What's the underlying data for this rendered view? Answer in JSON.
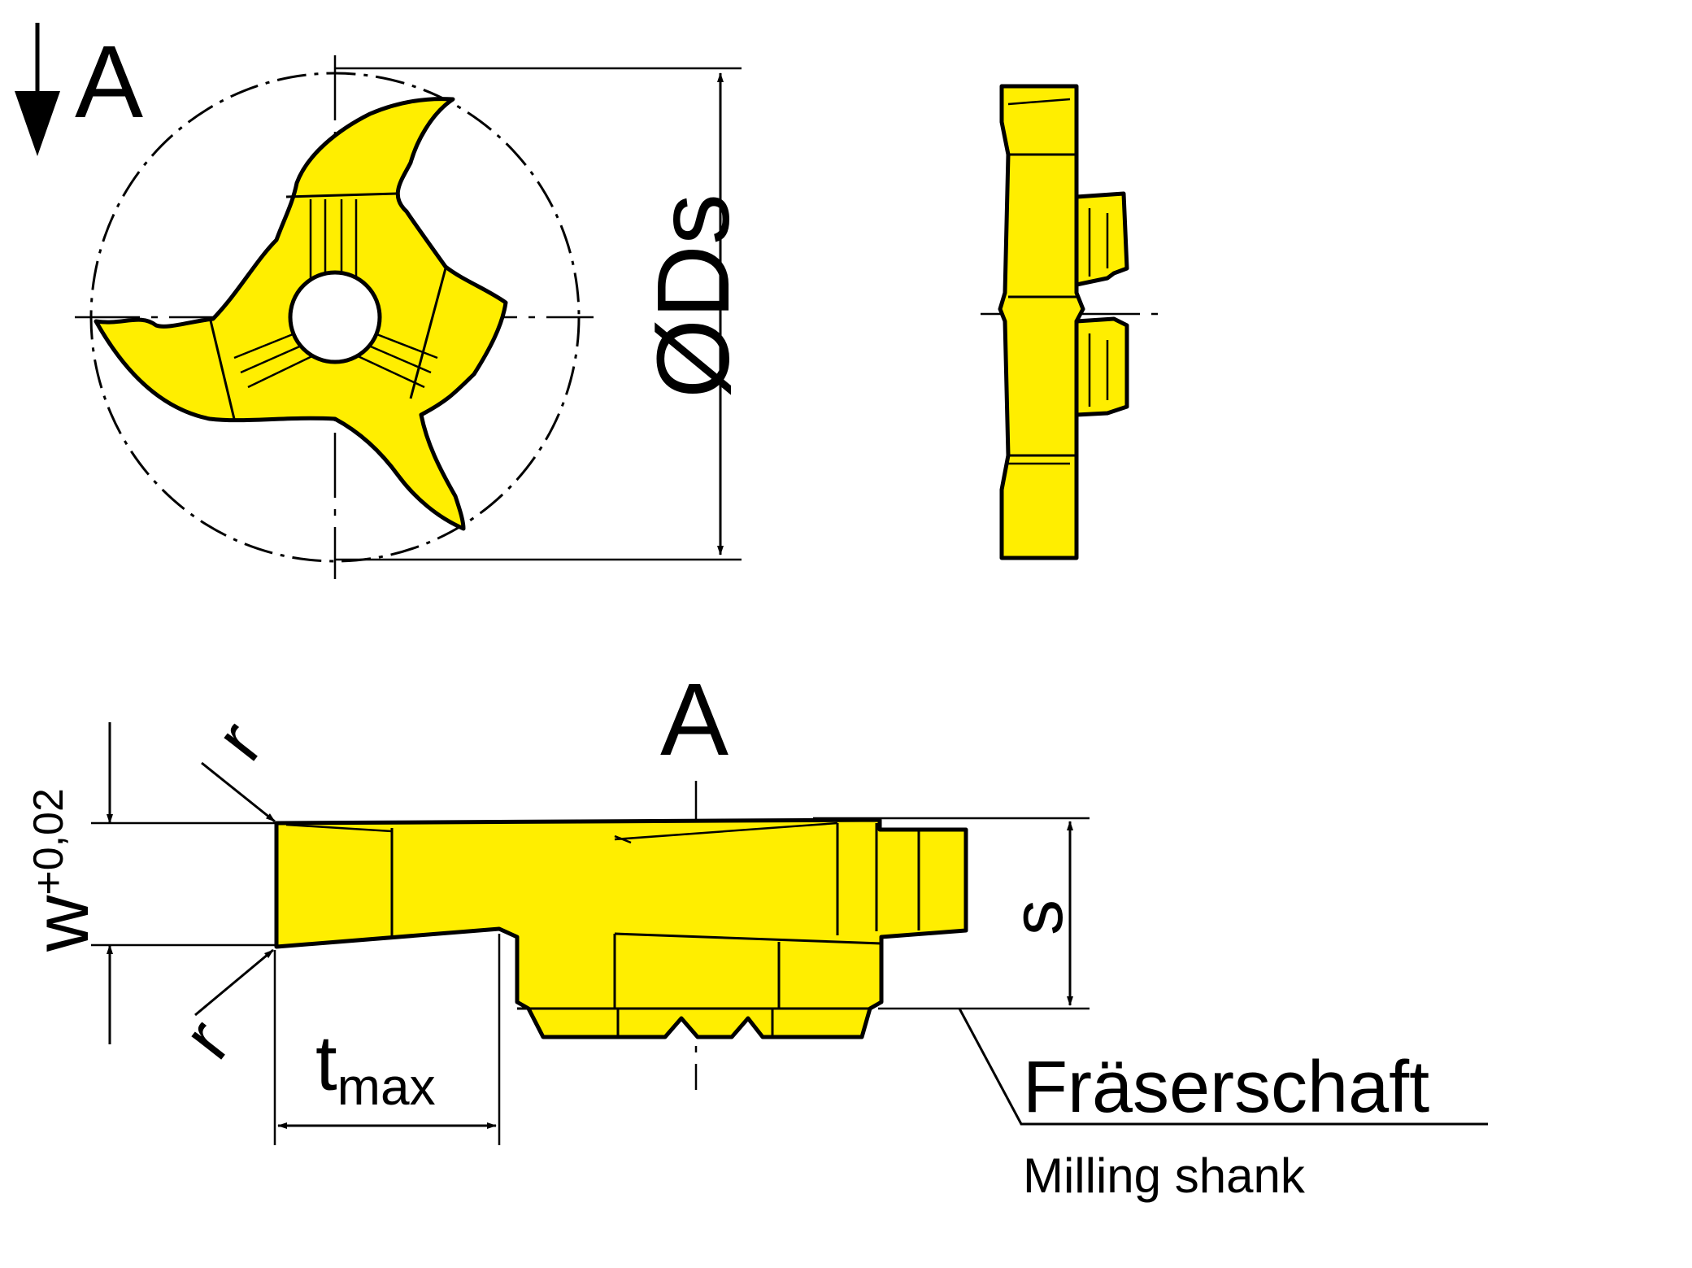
{
  "labels": {
    "view_marker": "A",
    "section_title": "A",
    "diameter": "ØDs",
    "width": "w",
    "width_tolerance": "+0,02",
    "radius_top": "r",
    "radius_bottom": "r",
    "depth_main": "t",
    "depth_sub": "max",
    "thickness": "s",
    "shank_de": "Fräserschaft",
    "shank_en": "Milling shank"
  },
  "colors": {
    "insert_fill": "#ffee00",
    "line": "#000000",
    "background": "#ffffff"
  }
}
